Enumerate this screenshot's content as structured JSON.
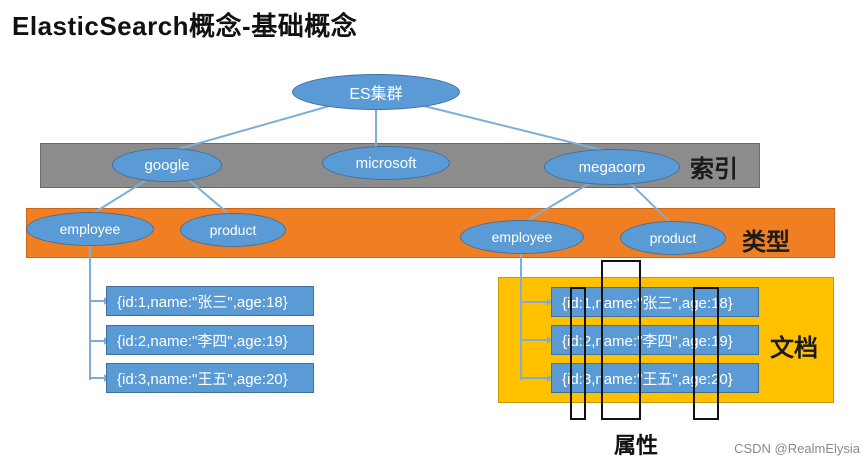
{
  "title": "ElasticSearch概念-基础概念",
  "cluster": "ES集群",
  "index_label": "索引",
  "type_label": "类型",
  "doc_label": "文档",
  "attr_label": "属性",
  "indices": {
    "google": "google",
    "microsoft": "microsoft",
    "megacorp": "megacorp"
  },
  "types": {
    "google_employee": "employee",
    "google_product": "product",
    "megacorp_employee": "employee",
    "megacorp_product": "product"
  },
  "documents_left": [
    "{id:1,name:\"张三\",age:18}",
    "{id:2,name:\"李四\",age:19}",
    "{id:3,name:\"王五\",age:20}"
  ],
  "documents_right": [
    "{id:1,name:\"张三\",age:18}",
    "{id:2,name:\"李四\",age:19}",
    "{id:3,name:\"王五\",age:20}"
  ],
  "watermark": "CSDN @RealmElysia",
  "colors": {
    "node": "#5b9bd5",
    "index_band": "#8c8c8c",
    "type_band": "#f07f24",
    "doc_band": "#ffc000"
  }
}
